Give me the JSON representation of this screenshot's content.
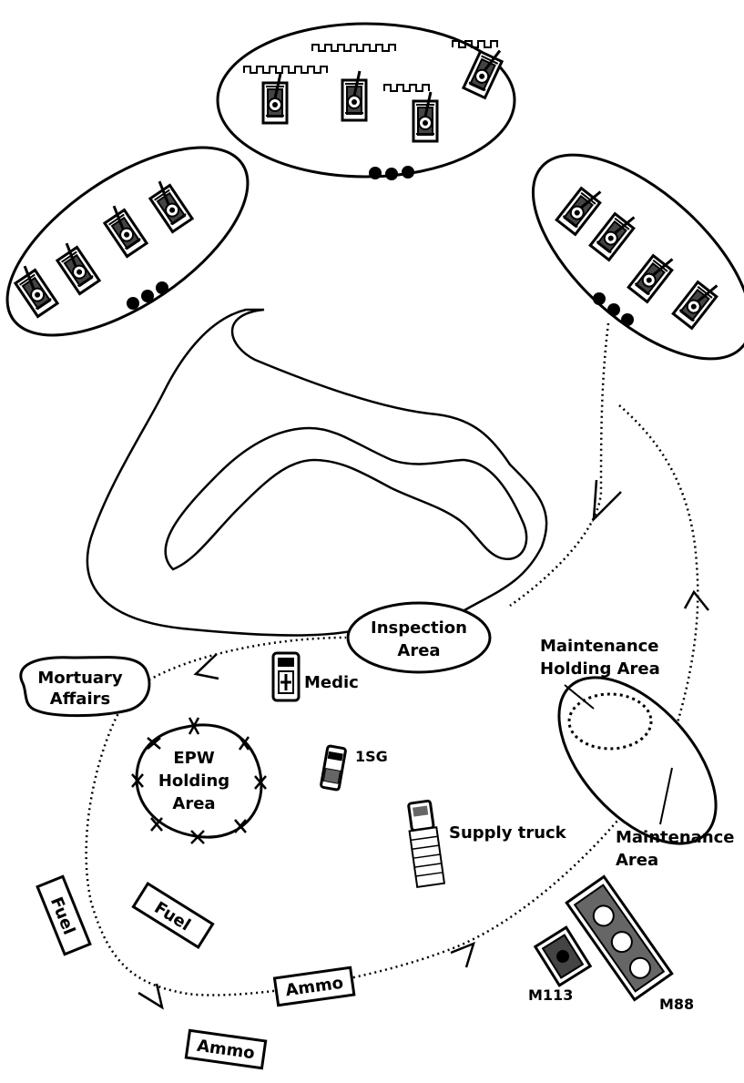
{
  "labels": {
    "inspection_area": [
      "Inspection",
      "Area"
    ],
    "mortuary_affairs": [
      "Mortuary",
      "Affairs"
    ],
    "medic": "Medic",
    "first_sergeant": "1SG",
    "epw_holding_area": [
      "EPW",
      "Holding",
      "Area"
    ],
    "supply_truck": "Supply truck",
    "maintenance_holding_area": [
      "Maintenance",
      "Holding Area"
    ],
    "maintenance_area": [
      "Maintenance",
      "Area"
    ],
    "fuel_1": "Fuel",
    "fuel_2": "Fuel",
    "ammo_1": "Ammo",
    "ammo_2": "Ammo",
    "m113": "M113",
    "m88": "M88"
  },
  "colors": {
    "ink": "#000000",
    "paper": "#ffffff"
  },
  "icons": {
    "tank": "tank-icon",
    "medic_vehicle": "ambulance-icon",
    "first_sergeant_vehicle": "jeep-icon",
    "supply_truck": "truck-icon",
    "m113": "apc-icon",
    "m88": "recovery-vehicle-icon"
  }
}
